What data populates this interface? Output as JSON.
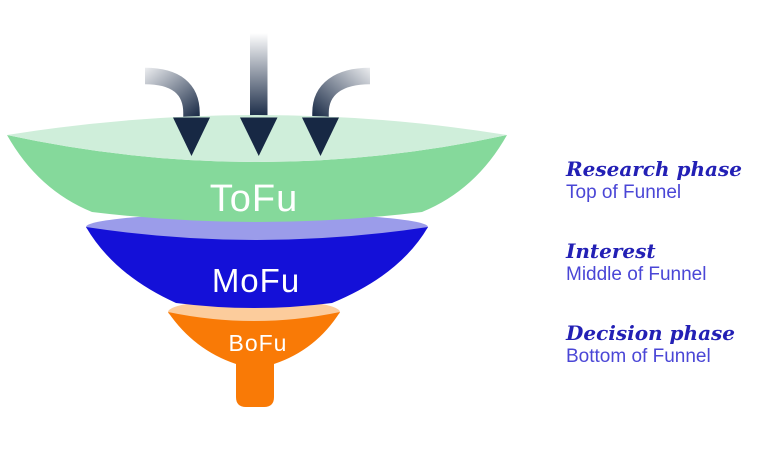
{
  "diagram_title": "Sales funnel diagram (ToFu / MoFu / BoFu)",
  "funnel": {
    "stages": [
      {
        "id": "tofu",
        "label": "ToFu",
        "body_color": "#85d99b",
        "top_color": "#cfeeda"
      },
      {
        "id": "mofu",
        "label": "MoFu",
        "body_color": "#1410d8",
        "top_color": "#9b9cea"
      },
      {
        "id": "bofu",
        "label": "BoFu",
        "body_color": "#f97a06",
        "top_color": "#fccc9c"
      }
    ],
    "label_text_color": "#ffffff",
    "inflow_arrows": {
      "count": 3,
      "color_dark": "#172844",
      "color_fade": "#ffffff"
    }
  },
  "legend": [
    {
      "phase": "Research phase",
      "funnel_part": "Top of Funnel"
    },
    {
      "phase": "Interest",
      "funnel_part": "Middle of Funnel"
    },
    {
      "phase": "Decision phase",
      "funnel_part": "Bottom of Funnel"
    }
  ],
  "colors": {
    "background": "#ffffff",
    "legend_phase_text": "#2320b5",
    "legend_part_text": "#4a46d6"
  }
}
